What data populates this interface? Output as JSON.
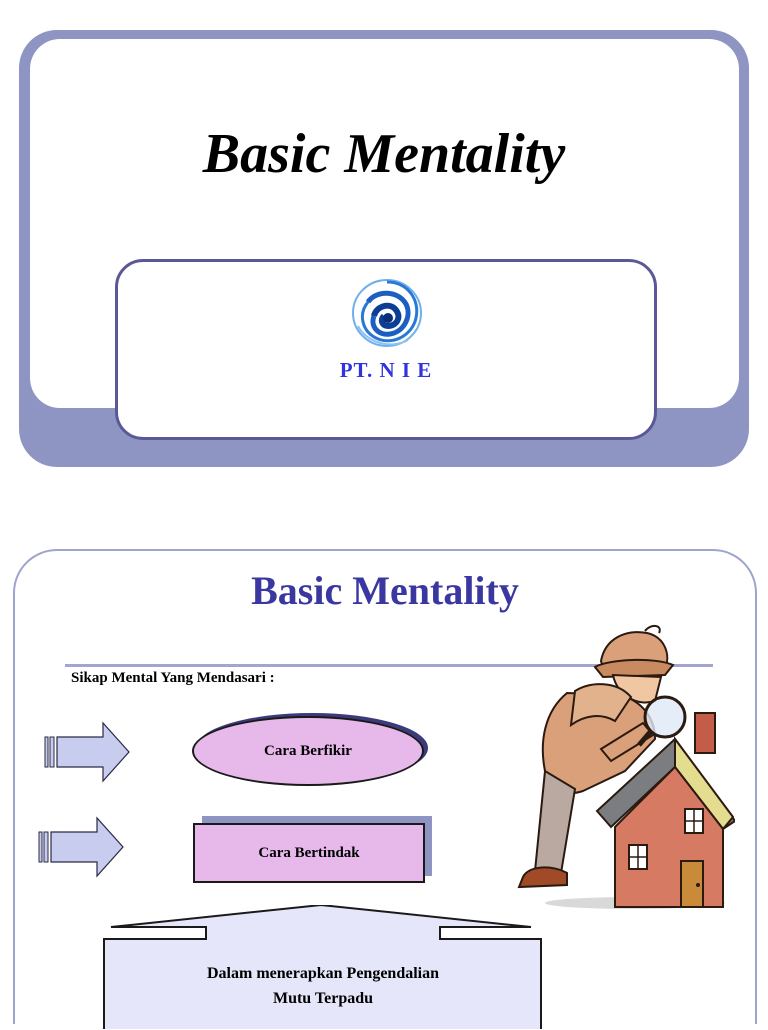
{
  "slide1": {
    "title": "Basic Mentality",
    "logo": {
      "icon": "swirl-logo-icon",
      "colors": [
        "#1e63c8",
        "#5aa5e8",
        "#0a3b8a"
      ]
    },
    "company": "PT. N I E",
    "frame_color": "#8f95c3",
    "company_color": "#3232e0"
  },
  "slide2": {
    "title": "Basic Mentality",
    "title_color": "#3a38a0",
    "subtitle": "Sikap Mental Yang Mendasari :",
    "items": [
      {
        "label": "Cara Berfikir",
        "shape": "oval",
        "arrow_icon": "right-arrow-icon"
      },
      {
        "label": "Cara Bertindak",
        "shape": "rectangle",
        "arrow_icon": "right-arrow-icon"
      }
    ],
    "callout": {
      "line1": "Dalam menerapkan Pengendalian",
      "line2": "Mutu Terpadu"
    },
    "clipart": {
      "icon": "detective-house-icon"
    },
    "shape_fill": "#e6b9ea"
  }
}
